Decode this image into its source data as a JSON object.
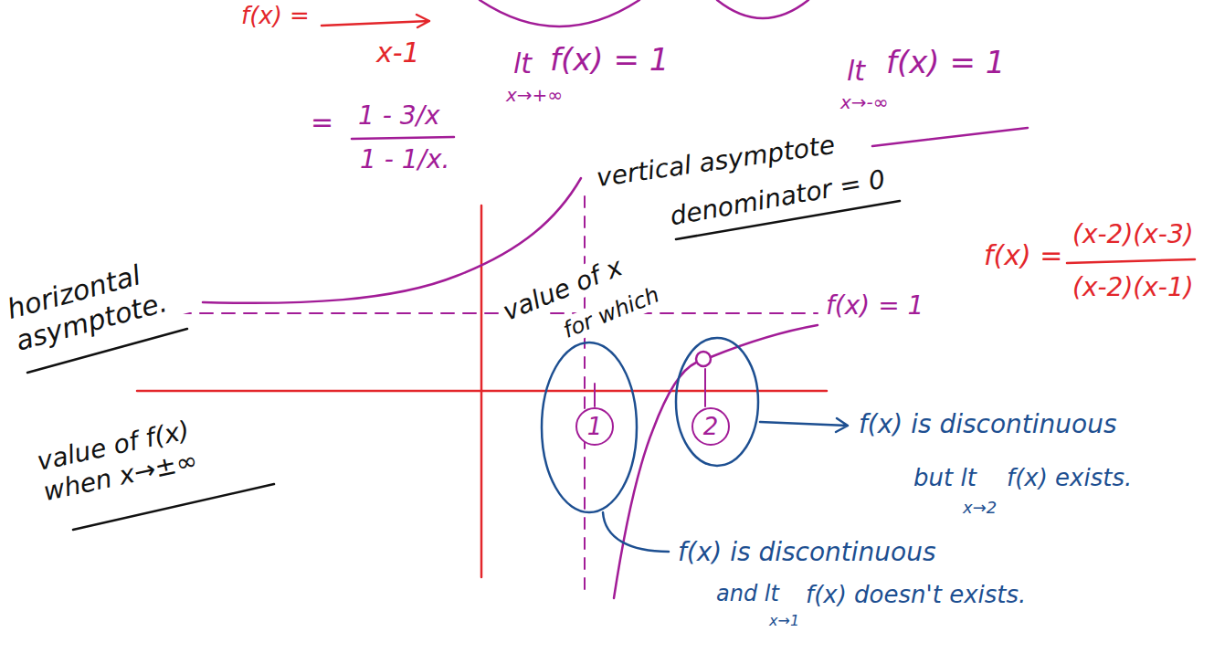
{
  "diagram": {
    "nodes": [
      {
        "text": [
          "1"
        ]
      },
      {
        "text": [
          "2"
        ]
      }
    ],
    "labels": [
      "f(x) =",
      "x-1",
      "=",
      "1 - 3/x",
      "1 - 1/x.",
      "lt",
      "x→+∞",
      "f(x) = 1",
      "lt",
      "x→-∞",
      "f(x) = 1",
      "vertical asymptote",
      "value of x",
      "for which",
      "denominator = 0",
      "f(x) = 1",
      "horizontal asymptote.",
      "value of f(x) when x→±∞",
      "f(x) is discontinuous",
      "but lt",
      "x→2",
      "f(x) exists.",
      "f(x) is discontinuous",
      "and lt",
      "x→1",
      "f(x) doesn't exists.",
      "f(x) =",
      "(x-2)(x-3)",
      "(x-2)(x-1)"
    ]
  }
}
